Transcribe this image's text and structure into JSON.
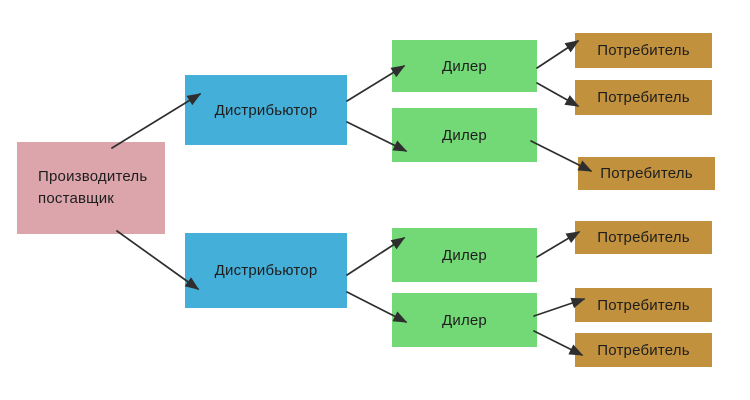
{
  "diagram": {
    "description": "distribution-channel-flow",
    "colors": {
      "background": "#ffffff",
      "producer_box": "#dba5ab",
      "distributor_box": "#44afd9",
      "dealer_box": "#72d976",
      "consumer_box": "#c1913e",
      "arrow": "#2e2e2e",
      "text": "#1e1e1e"
    },
    "nodes": {
      "producer": {
        "line1": "Производитель",
        "line2": "поставщик"
      },
      "distributor1": {
        "label": "Дистрибьютор"
      },
      "distributor2": {
        "label": "Дистрибьютор"
      },
      "dealer1": {
        "label": "Дилер"
      },
      "dealer2": {
        "label": "Дилер"
      },
      "dealer3": {
        "label": "Дилер"
      },
      "dealer4": {
        "label": "Дилер"
      },
      "consumer1": {
        "label": "Потребитель"
      },
      "consumer2": {
        "label": "Потребитель"
      },
      "consumer3": {
        "label": "Потребитель"
      },
      "consumer4": {
        "label": "Потребитель"
      },
      "consumer5": {
        "label": "Потребитель"
      },
      "consumer6": {
        "label": "Потребитель"
      }
    },
    "edges": [
      {
        "from": "producer",
        "to": "distributor1"
      },
      {
        "from": "producer",
        "to": "distributor2"
      },
      {
        "from": "distributor1",
        "to": "dealer1"
      },
      {
        "from": "distributor1",
        "to": "dealer2"
      },
      {
        "from": "distributor2",
        "to": "dealer3"
      },
      {
        "from": "distributor2",
        "to": "dealer4"
      },
      {
        "from": "dealer1",
        "to": "consumer1"
      },
      {
        "from": "dealer1",
        "to": "consumer2"
      },
      {
        "from": "dealer2",
        "to": "consumer3"
      },
      {
        "from": "dealer3",
        "to": "consumer4"
      },
      {
        "from": "dealer4",
        "to": "consumer5"
      },
      {
        "from": "dealer4",
        "to": "consumer6"
      }
    ]
  }
}
